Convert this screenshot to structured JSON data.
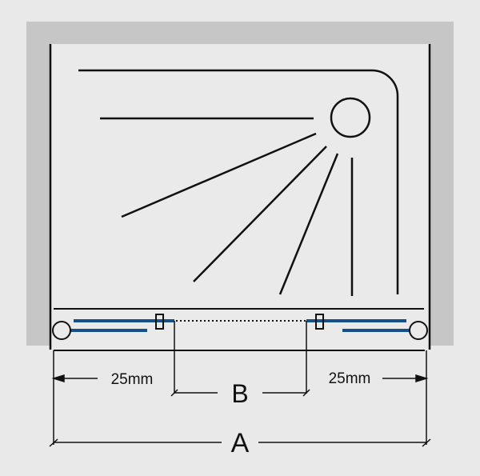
{
  "diagram": {
    "left_offset_label": "25mm",
    "right_offset_label": "25mm",
    "dimension_b_label": "B",
    "dimension_a_label": "A"
  },
  "colors": {
    "background": "#e9e9e9",
    "wall": "#c6c6c7",
    "glass_rail": "#14508a",
    "line": "#111111"
  }
}
